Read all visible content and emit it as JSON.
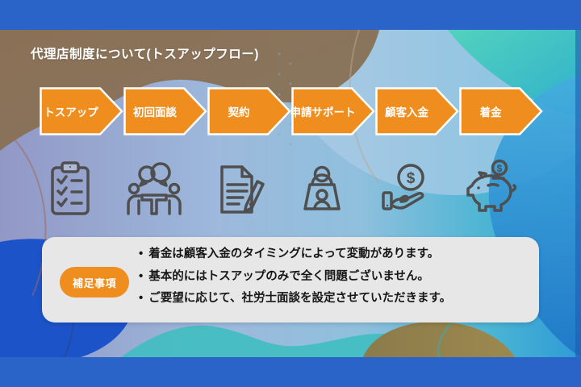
{
  "slide": {
    "title": "代理店制度について(トスアップフロー)",
    "flow": {
      "steps": [
        {
          "label": "トスアップ",
          "icon": "clipboard-checklist-icon"
        },
        {
          "label": "初回面談",
          "icon": "meeting-icon"
        },
        {
          "label": "契約",
          "icon": "contract-document-icon"
        },
        {
          "label": "申請サポート",
          "icon": "presentation-support-icon"
        },
        {
          "label": "顧客入金",
          "icon": "hand-coin-icon"
        },
        {
          "label": "着金",
          "icon": "piggy-bank-icon"
        }
      ]
    },
    "note": {
      "badge_label": "補足事項",
      "bullets": [
        "着金は顧客入金のタイミングによって変動があります。",
        "基本的にはトスアップのみで全く問題ございません。",
        "ご要望に応じて、社労士面談を設定させていただきます。"
      ]
    },
    "colors": {
      "frame_blue": "#2A64C8",
      "accent_orange": "#EF8E1E",
      "note_background": "#E7E7E7",
      "icon_gray": "#4F4F4F"
    }
  }
}
